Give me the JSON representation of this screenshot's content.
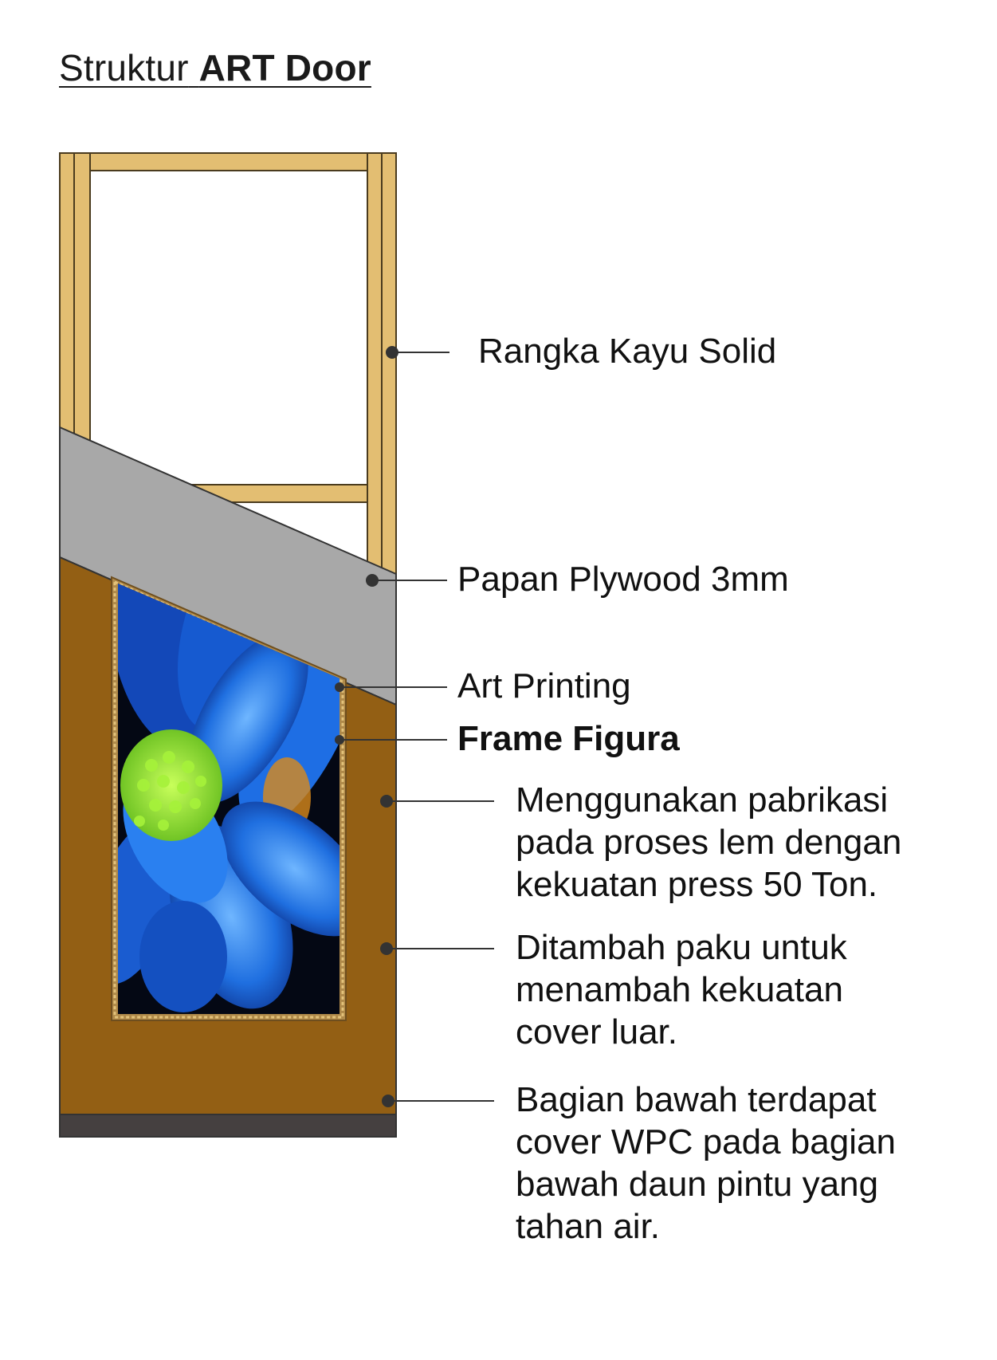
{
  "title": {
    "prefix": "Struktur",
    "emphasis": "ART Door"
  },
  "labels": {
    "frame": "Rangka Kayu Solid",
    "plywood": "Papan Plywood 3mm",
    "art_printing": "Art Printing",
    "frame_figura": "Frame Figura",
    "press": [
      "Menggunakan pabrikasi",
      "pada proses lem dengan",
      "kekuatan press 50 Ton."
    ],
    "nails": [
      "Ditambah paku untuk",
      "menambah kekuatan",
      "cover luar."
    ],
    "wpc": [
      "Bagian bawah terdapat",
      "cover WPC pada bagian",
      "bawah daun pintu yang",
      "tahan air."
    ]
  },
  "colors": {
    "wood_frame": "#e3be72",
    "frame_outline": "#4a3b1e",
    "plywood": "#a8a8a8",
    "cover": "#935f14",
    "wpc_strip": "#454040",
    "figura_gold": "#b08a4a",
    "flower_blue": "#1f6fe0",
    "flower_center": "#8ae02a",
    "photo_bg": "#040814",
    "leader": "#333333"
  },
  "illustration": {
    "photo": "blue-flower-print"
  }
}
